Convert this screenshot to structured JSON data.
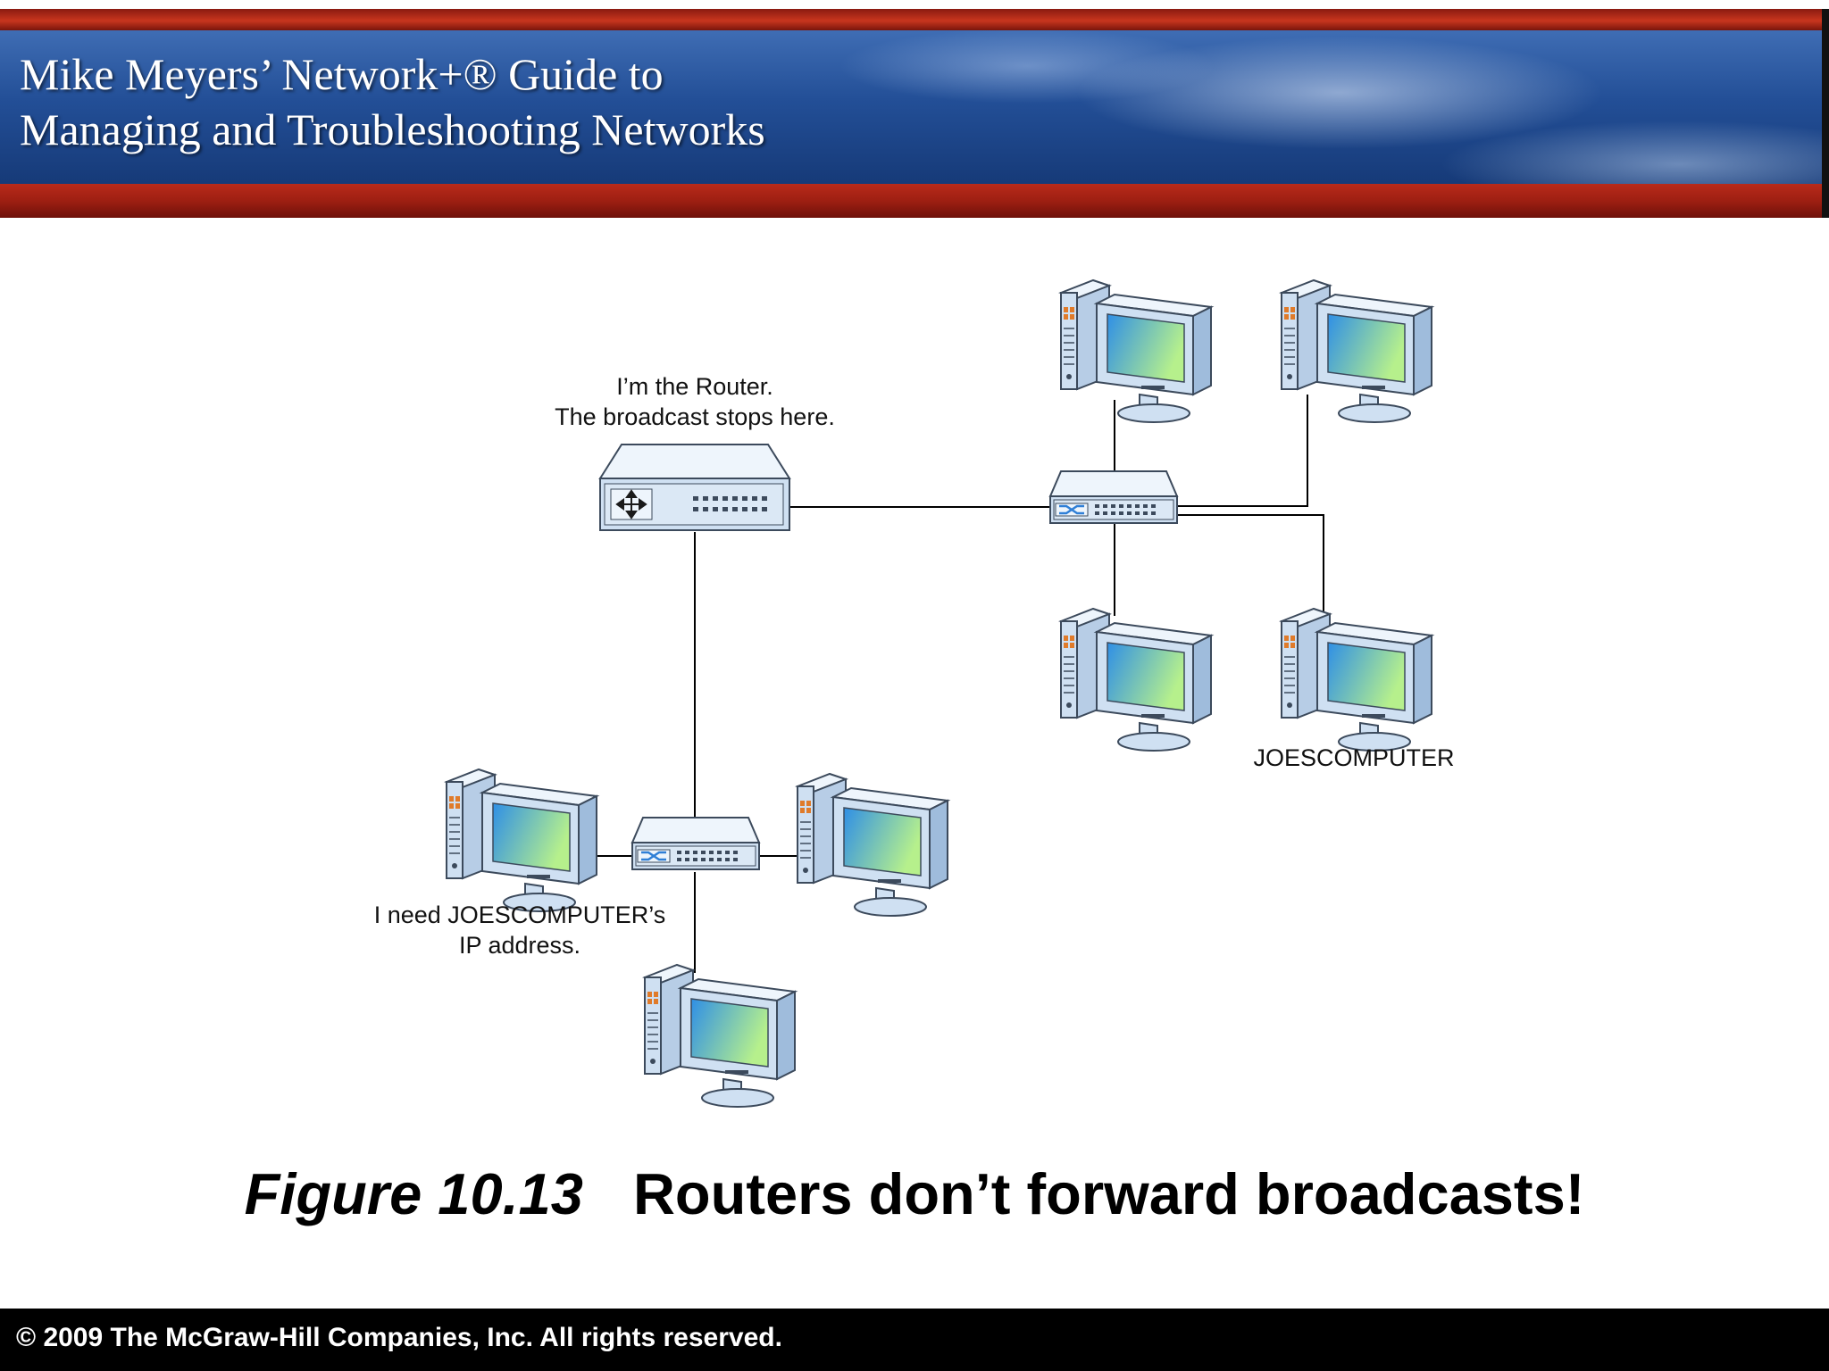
{
  "header": {
    "title_line1": "Mike Meyers’ Network+® Guide to",
    "title_line2": "Managing and Troubleshooting Networks"
  },
  "diagram": {
    "router_label_line1": "I’m the Router.",
    "router_label_line2": "The broadcast stops here.",
    "target_label": "JOESCOMPUTER",
    "requester_label_line1": "I need JOESCOMPUTER’s",
    "requester_label_line2": "IP address.",
    "devices": {
      "router": "router-icon",
      "switches": [
        "switch-icon",
        "switch-icon"
      ],
      "computers": [
        "computer-icon",
        "computer-icon",
        "computer-icon",
        "computer-icon",
        "computer-icon",
        "computer-icon",
        "computer-icon"
      ]
    },
    "colors": {
      "device_body": "#cfe0f2",
      "device_outline": "#3c4a5c",
      "screen_gradient_start": "#2f8fe6",
      "screen_gradient_end": "#b6f08c",
      "cable": "#000000"
    }
  },
  "caption": {
    "figure": "Figure 10.13",
    "text": "Routers don’t forward broadcasts!"
  },
  "footer": {
    "copyright": "© 2009 The McGraw-Hill Companies, Inc. All rights reserved."
  }
}
